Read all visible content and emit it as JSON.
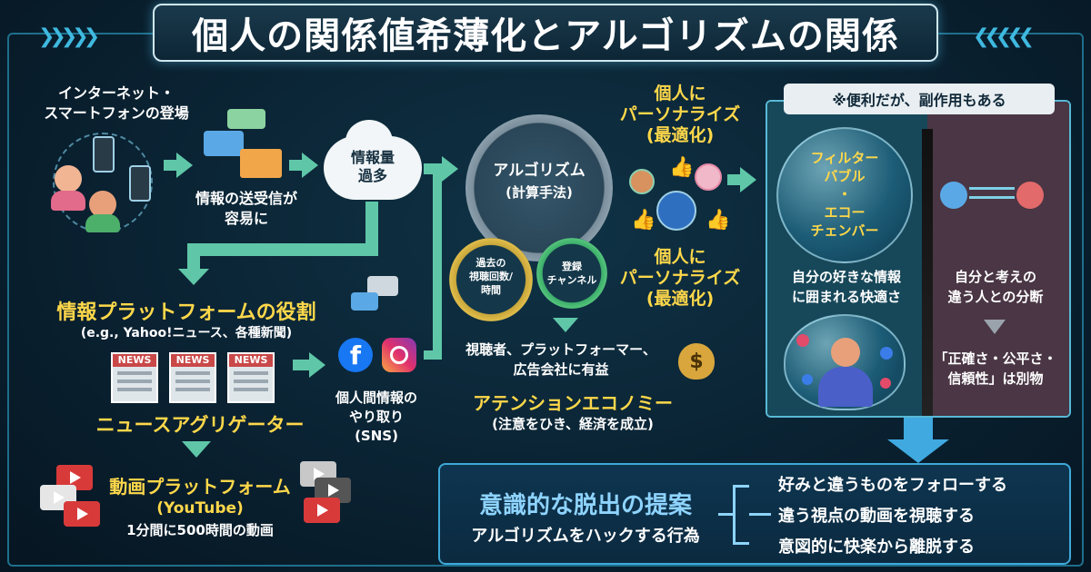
{
  "title": "個人の関係値希薄化とアルゴリズムの関係",
  "internet": {
    "line1": "インターネット・",
    "line2": "スマートフォンの登場"
  },
  "comm": {
    "line1": "情報の送受信が",
    "line2": "容易に"
  },
  "cloud": {
    "line1": "情報量",
    "line2": "過多"
  },
  "platform": {
    "heading": "情報プラットフォームの役割",
    "sub": "(e.g., Yahoo!ニュース、各種新聞)",
    "news_label": "NEWS",
    "aggregator": "ニュースアグリゲーター"
  },
  "sns": {
    "line1": "個人間情報の",
    "line2": "やり取り",
    "line3": "(SNS)"
  },
  "video": {
    "line1": "動画プラットフォーム",
    "line2": "(YouTube)",
    "line3": "1分間に500時間の動画"
  },
  "algorithm": {
    "line1": "アルゴリズム",
    "line2": "(計算手法)"
  },
  "gears": {
    "past": {
      "line1": "過去の",
      "line2": "視聴回数/",
      "line3": "時間"
    },
    "channel": {
      "line1": "登録",
      "line2": "チャンネル"
    }
  },
  "benefit": {
    "line1": "視聴者、プラットフォーマー、",
    "line2": "広告会社に有益"
  },
  "attention": {
    "title": "アテンションエコノミー",
    "sub": "(注意をひき、経済を成立)"
  },
  "personalize_top": {
    "line1": "個人に",
    "line2": "パーソナライズ",
    "line3": "(最適化)"
  },
  "personalize_bottom": {
    "line1": "個人に",
    "line2": "パーソナライズ",
    "line3": "(最適化)"
  },
  "side_effect": {
    "header": "※便利だが、副作用もある",
    "bubble_lines": [
      "フィルター",
      "バブル",
      "・",
      "エコー",
      "チェンバー"
    ],
    "comfort": {
      "line1": "自分の好きな情報",
      "line2": "に囲まれる快適さ"
    },
    "division": {
      "line1": "自分と考えの",
      "line2": "違う人との分断"
    },
    "accuracy": {
      "line1": "「正確さ・公平さ・",
      "line2": "信頼性」は別物"
    }
  },
  "proposal": {
    "title": "意識的な脱出の提案",
    "sub": "アルゴリズムをハックする行為",
    "items": [
      "好みと違うものをフォローする",
      "違う視点の動画を視聴する",
      "意図的に快楽から離脱する"
    ]
  },
  "colors": {
    "accent_yellow": "#ffd84a",
    "arrow_green": "#5fc7a8",
    "frame_blue": "#1e6f8c",
    "proposal_title": "#8ed4ff"
  },
  "icons": [
    "people-icon",
    "smartphone-icon",
    "chat-bubble-icon",
    "mail-icon",
    "cloud-icon",
    "gear-icon",
    "news-icon",
    "facebook-icon",
    "instagram-icon",
    "video-icon",
    "money-bag-icon",
    "thumbs-up-icon",
    "crack-icon"
  ]
}
